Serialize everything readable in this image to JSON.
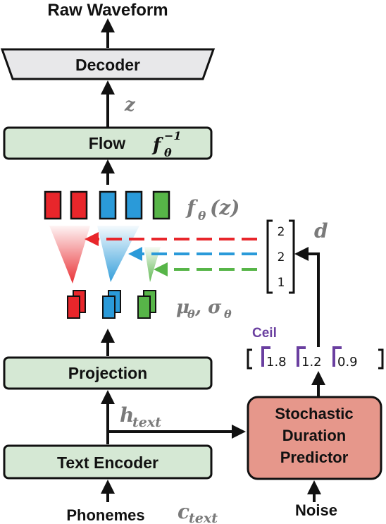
{
  "labels": {
    "raw_waveform": "Raw Waveform",
    "decoder": "Decoder",
    "z": "z",
    "flow": "Flow",
    "flow_inverse": "f",
    "flow_inverse_sub": "θ",
    "flow_inverse_sup": "−1",
    "f_theta_z": "f",
    "f_theta_sub": "θ",
    "f_theta_arg": "(z)",
    "d": "d",
    "mu": "μ",
    "mu_sub": "θ",
    "sigma": ", σ",
    "sigma_sub": "θ",
    "projection": "Projection",
    "h": "h",
    "h_sub": "text",
    "text_encoder": "Text Encoder",
    "phonemes": "Phonemes",
    "c": "c",
    "c_sub": "text",
    "ceil": "Ceil",
    "sdp_line1": "Stochastic",
    "sdp_line2": "Duration",
    "sdp_line3": "Predictor",
    "noise": "Noise"
  },
  "durations": [
    "2",
    "2",
    "1"
  ],
  "ceil_values": [
    "1.8",
    "1.2",
    "0.9"
  ],
  "colors": {
    "box_fill": "#d5e8d4",
    "decoder_fill": "#e8e8ea",
    "sdp_fill": "#e6978b",
    "red": "#e8262b",
    "blue": "#2a9ad9",
    "green": "#57b548",
    "purple": "#6a3fa0",
    "math_gray": "#7a7a7a"
  }
}
